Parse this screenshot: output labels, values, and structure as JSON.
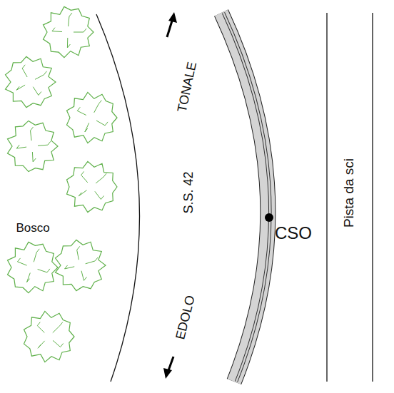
{
  "diagram": {
    "labels": [
      "TONALE",
      "S.S. 42",
      "EDOLO",
      "Bosco",
      "CSO",
      "Pista da sci"
    ]
  }
}
